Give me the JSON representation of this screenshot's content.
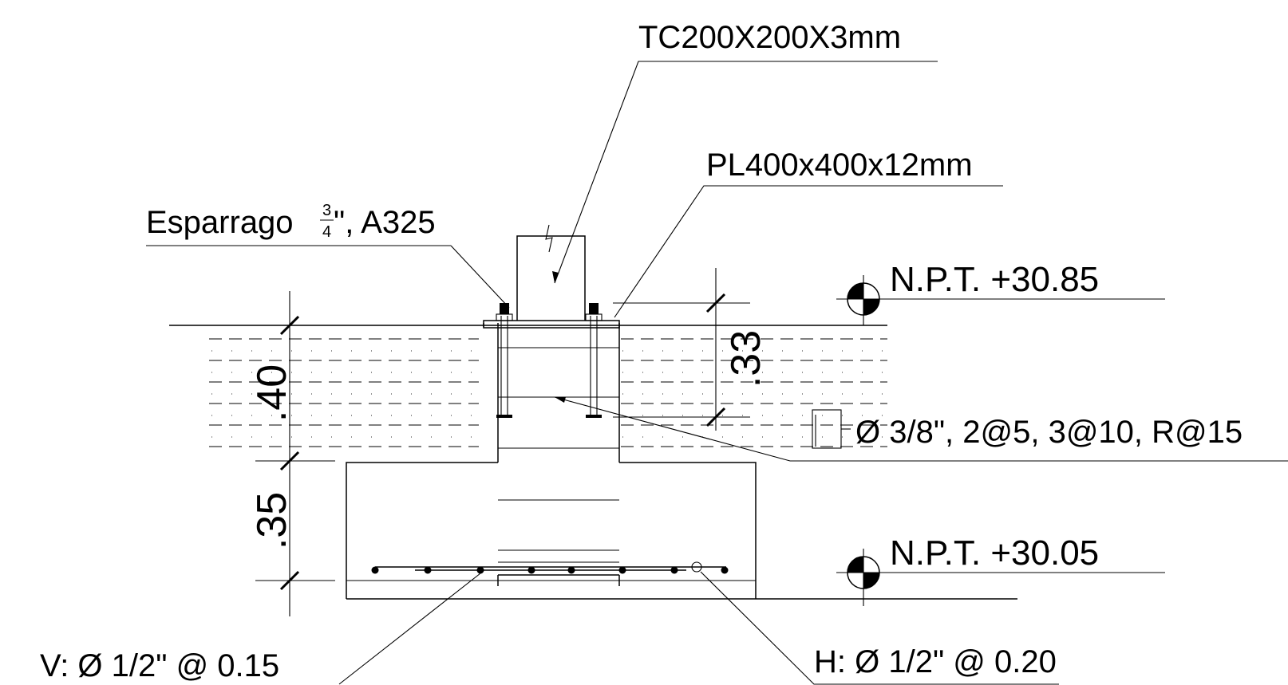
{
  "callouts": {
    "column_section": "TC200X200X3mm",
    "base_plate": "PL400x400x12mm",
    "anchor_prefix": "Esparrago ",
    "anchor_frac_num": "3",
    "anchor_frac_den": "4",
    "anchor_suffix": "\", A325",
    "stirrups": "Ø 3/8\", 2@5, 3@10, R@15",
    "vertical_bars": "V: Ø 1/2\"  @  0.15",
    "horizontal_bars": "H: Ø 1/2\"  @  0.20"
  },
  "levels": {
    "upper": "N.P.T. +30.85",
    "lower": "N.P.T. +30.05"
  },
  "dimensions": {
    "pedestal_height": ".40",
    "footing_height": ".35",
    "bolt_embedment": ".33"
  }
}
